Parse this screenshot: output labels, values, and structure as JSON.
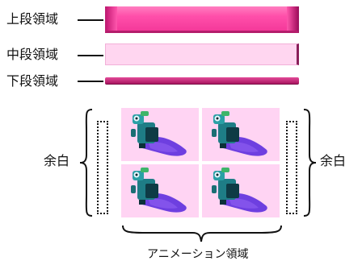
{
  "regions": {
    "upper": "上段領域",
    "middle": "中段領域",
    "lower": "下段領域"
  },
  "margin_left": "余白",
  "margin_right": "余白",
  "animation_area": "アニメーション領域",
  "colors": {
    "upper_bar": "#ff4faa",
    "middle_bar": "#ffd6f0",
    "lower_bar": "#c0206e",
    "cell_background": "#ffd4f3",
    "shadow": "#6e3fe0",
    "robot_body": "#1e7d86"
  },
  "cells": [
    {
      "icon": "robot-icon"
    },
    {
      "icon": "robot-icon"
    },
    {
      "icon": "robot-icon"
    },
    {
      "icon": "robot-icon"
    }
  ]
}
